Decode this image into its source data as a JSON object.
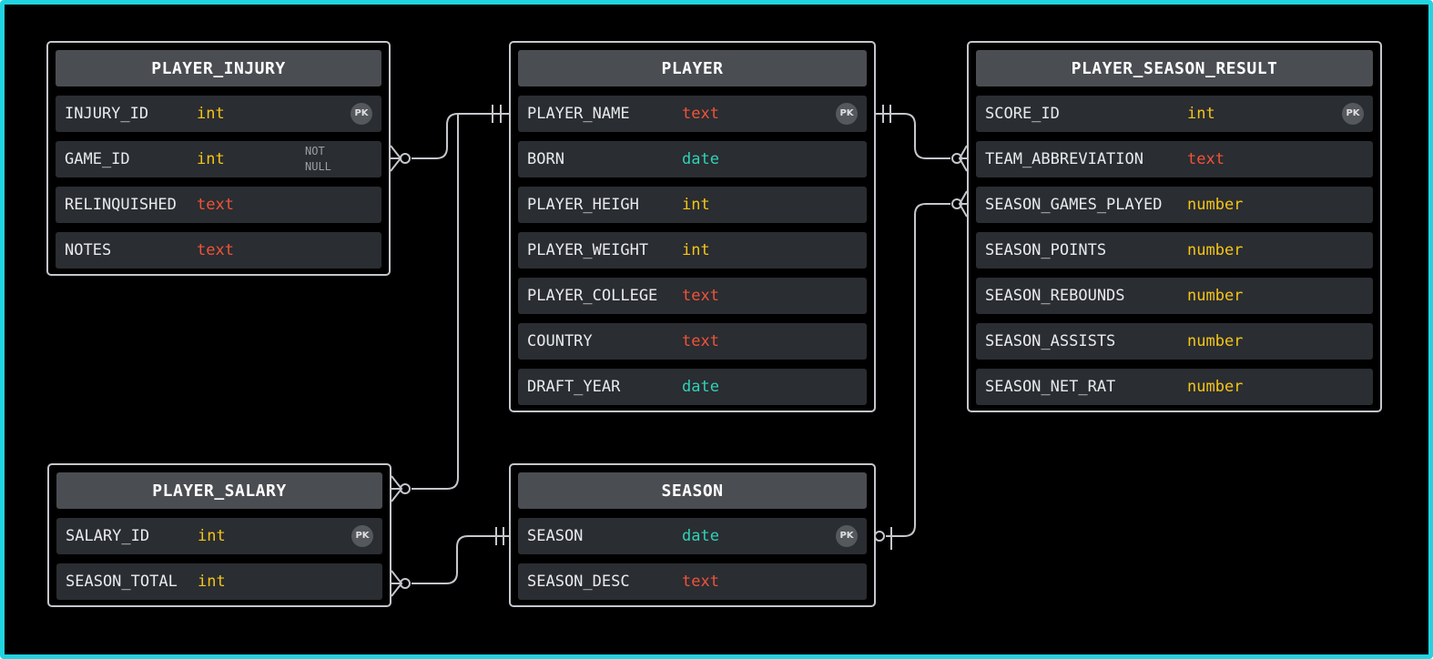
{
  "colors": {
    "frame": "#22d3e0",
    "background": "#000000",
    "header": "#4a4d52",
    "row": "#2a2d31",
    "type_int": "#f5c518",
    "type_number": "#f5c518",
    "type_text": "#f0533a",
    "type_date": "#2ed3b7",
    "connector": "#c4c7cc"
  },
  "entities": {
    "player_injury": {
      "title": "PLAYER_INJURY",
      "columns": [
        {
          "name": "INJURY_ID",
          "type": "int",
          "badge": "PK"
        },
        {
          "name": "GAME_ID",
          "type": "int",
          "constraint": "NOT NULL"
        },
        {
          "name": "RELINQUISHED",
          "type": "text"
        },
        {
          "name": "NOTES",
          "type": "text"
        }
      ]
    },
    "player": {
      "title": "PLAYER",
      "columns": [
        {
          "name": "PLAYER_NAME",
          "type": "text",
          "badge": "PK"
        },
        {
          "name": "BORN",
          "type": "date"
        },
        {
          "name": "PLAYER_HEIGH",
          "type": "int"
        },
        {
          "name": "PLAYER_WEIGHT",
          "type": "int"
        },
        {
          "name": "PLAYER_COLLEGE",
          "type": "text"
        },
        {
          "name": "COUNTRY",
          "type": "text"
        },
        {
          "name": "DRAFT_YEAR",
          "type": "date"
        }
      ]
    },
    "player_season_result": {
      "title": "PLAYER_SEASON_RESULT",
      "columns": [
        {
          "name": "SCORE_ID",
          "type": "int",
          "badge": "PK"
        },
        {
          "name": "TEAM_ABBREVIATION",
          "type": "text"
        },
        {
          "name": "SEASON_GAMES_PLAYED",
          "type": "number"
        },
        {
          "name": "SEASON_POINTS",
          "type": "number"
        },
        {
          "name": "SEASON_REBOUNDS",
          "type": "number"
        },
        {
          "name": "SEASON_ASSISTS",
          "type": "number"
        },
        {
          "name": "SEASON_NET_RAT",
          "type": "number"
        }
      ]
    },
    "player_salary": {
      "title": "PLAYER_SALARY",
      "columns": [
        {
          "name": "SALARY_ID",
          "type": "int",
          "badge": "PK"
        },
        {
          "name": "SEASON_TOTAL",
          "type": "int"
        }
      ]
    },
    "season": {
      "title": "SEASON",
      "columns": [
        {
          "name": "SEASON",
          "type": "date",
          "badge": "PK"
        },
        {
          "name": "SEASON_DESC",
          "type": "text"
        }
      ]
    }
  },
  "relationships": [
    {
      "from": "player.PLAYER_NAME",
      "from_card": "one",
      "to": "player_injury.GAME_ID",
      "to_card": "zero-or-many"
    },
    {
      "from": "player.PLAYER_NAME",
      "from_card": "one",
      "to": "player_salary",
      "to_card": "zero-or-many"
    },
    {
      "from": "season.SEASON",
      "from_card": "one",
      "to": "player_salary.SEASON_TOTAL",
      "to_card": "zero-or-many"
    },
    {
      "from": "player.PLAYER_NAME",
      "from_card": "one",
      "to": "player_season_result.TEAM_ABBREVIATION",
      "to_card": "zero-or-many"
    },
    {
      "from": "season.SEASON",
      "from_card": "zero-or-one",
      "to": "player_season_result.SEASON_GAMES_PLAYED",
      "to_card": "zero-or-many"
    }
  ]
}
